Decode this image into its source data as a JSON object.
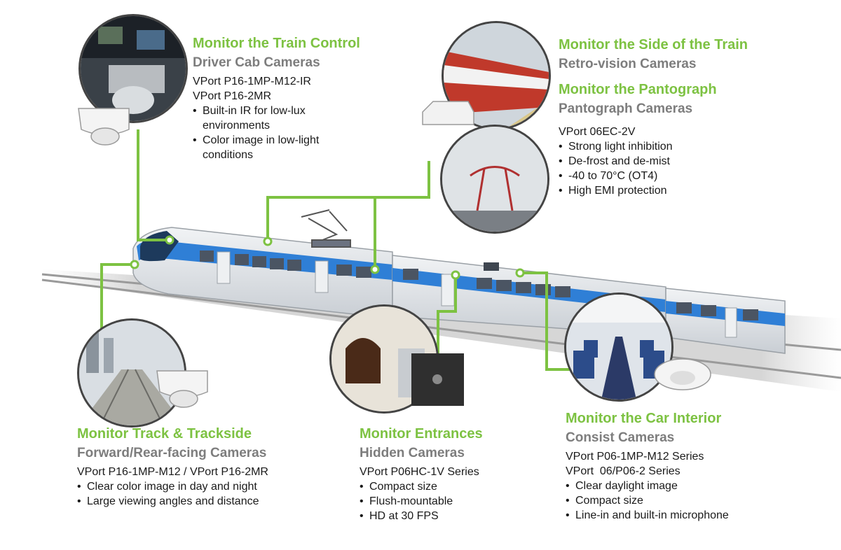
{
  "sections": {
    "cab": {
      "title": "Monitor the Train Control",
      "subtitle": "Driver Cab Cameras",
      "models": [
        "VPort P16-1MP-M12-IR",
        "VPort P16-2MR"
      ],
      "features": [
        "Built-in IR for low-lux environments",
        "Color image in low-light conditions"
      ],
      "icon": "camera-dome-icon"
    },
    "side": {
      "title": "Monitor the Side of the Train",
      "subtitle": "Retro-vision Cameras",
      "title2": "Monitor the Pantograph",
      "subtitle2": "Pantograph Cameras",
      "models": [
        "VPort 06EC-2V"
      ],
      "features": [
        "Strong light inhibition",
        "De-frost and de-mist",
        "-40 to 70°C (OT4)",
        "High EMI protection"
      ],
      "icon": "camera-box-icon"
    },
    "track": {
      "title": "Monitor Track & Trackside",
      "subtitle": "Forward/Rear-facing Cameras",
      "models": [
        "VPort P16-1MP-M12 / VPort P16-2MR"
      ],
      "features": [
        "Clear color image in day and night",
        "Large viewing angles and distance"
      ],
      "icon": "camera-dome-icon"
    },
    "entrance": {
      "title": "Monitor Entrances",
      "subtitle": "Hidden Cameras",
      "models": [
        "VPort P06HC-1V Series"
      ],
      "features": [
        "Compact size",
        "Flush-mountable",
        "HD at 30 FPS"
      ],
      "icon": "camera-hidden-icon"
    },
    "interior": {
      "title": "Monitor the Car Interior",
      "subtitle": "Consist Cameras",
      "models": [
        "VPort P06-1MP-M12 Series",
        "VPort  06/P06-2 Series"
      ],
      "features": [
        "Clear daylight image",
        "Compact size",
        "Line-in and built-in microphone"
      ],
      "icon": "camera-dome-icon"
    }
  },
  "colors": {
    "accent": "#7dc242",
    "subtitle": "#7d7d7d",
    "train_stripe": "#2f7fd6",
    "train_body": "#d9dde2"
  }
}
